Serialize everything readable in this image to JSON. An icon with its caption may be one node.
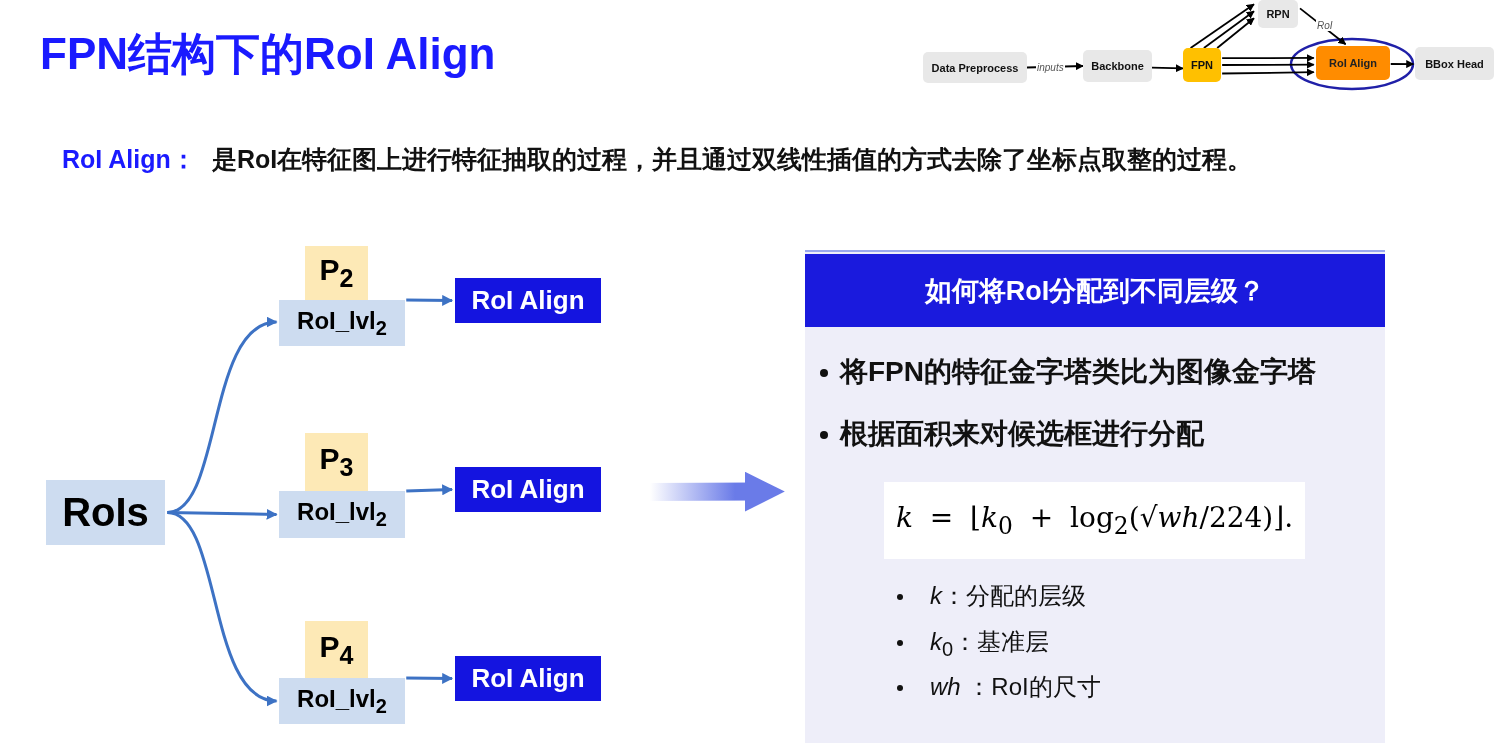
{
  "diagram": {
    "title": "FPN结构下的RoI Align",
    "nodes": [
      {
        "text": [
          "Data Preprocess"
        ]
      },
      {
        "text": [
          "Backbone"
        ]
      },
      {
        "text": [
          "FPN"
        ]
      },
      {
        "text": [
          "RPN"
        ]
      },
      {
        "text": [
          "RoI Align"
        ]
      },
      {
        "text": [
          "BBox Head"
        ]
      },
      {
        "text": [
          "RoIs"
        ]
      },
      {
        "text": [
          "P$_{2}$"
        ]
      },
      {
        "text": [
          "RoI_lvl$_{2}$"
        ]
      },
      {
        "text": [
          "RoI Align"
        ]
      },
      {
        "text": [
          "P$_{3}$"
        ]
      },
      {
        "text": [
          "RoI_lvl$_{2}$"
        ]
      },
      {
        "text": [
          "RoI Align"
        ]
      },
      {
        "text": [
          "P$_{4}$"
        ]
      },
      {
        "text": [
          "RoI_lvl$_{2}$"
        ]
      },
      {
        "text": [
          "RoI Align"
        ]
      },
      {
        "text": [
          "将FPN的特征金字塔类比为图像金字塔",
          "根据面积来对候选框进行分配",
          "*k*：分配的层级",
          "*k*$_{0}$：基准层",
          "*wh* ：RoI的尺寸"
        ]
      },
      {
        "text": [
          "如何将RoI分配到不同层级？"
        ],
        "in": 16
      },
      {
        "text": [
          "*k* = ⌊*k*$_{0}$ + log$_{2}$(√*wh*/224)⌋."
        ],
        "in": 16
      }
    ],
    "edges": [
      {
        "from": 0,
        "to": 1,
        "arrow": "to",
        "label": "inputs"
      },
      {
        "from": 1,
        "to": 2,
        "arrow": "to"
      },
      {
        "from": 2,
        "to": 3,
        "arrow": "to"
      },
      {
        "from": 2,
        "to": 3,
        "arrow": "to"
      },
      {
        "from": 2,
        "to": 3,
        "arrow": "to"
      },
      {
        "from": 3,
        "to": 4,
        "arrow": "to",
        "label": "RoI"
      },
      {
        "from": 2,
        "to": 4,
        "arrow": "to"
      },
      {
        "from": 2,
        "to": 4,
        "arrow": "to"
      },
      {
        "from": 2,
        "to": 4,
        "arrow": "to"
      },
      {
        "from": 4,
        "to": 5,
        "arrow": "to"
      },
      {
        "from": 6,
        "to": 8,
        "arrow": "to",
        "color": "#3d72c4"
      },
      {
        "from": 6,
        "to": 11,
        "arrow": "to",
        "color": "#3d72c4"
      },
      {
        "from": 6,
        "to": 14,
        "arrow": "to",
        "color": "#3d72c4"
      },
      {
        "from": 8,
        "to": 9,
        "arrow": "to",
        "color": "#3d72c4"
      },
      {
        "from": 11,
        "to": 12,
        "arrow": "to",
        "color": "#3d72c4"
      },
      {
        "from": 14,
        "to": 15,
        "arrow": "to",
        "color": "#3d72c4"
      },
      {
        "from": null,
        "to": 16,
        "arrow": "to",
        "style": "thick",
        "color": "#6a7be8"
      }
    ],
    "labels": [
      "RoI Align：",
      "是RoI在特征图上进行特征抽取的过程，并且通过双线性插值的方式去除了坐标点取整的过程。"
    ]
  }
}
